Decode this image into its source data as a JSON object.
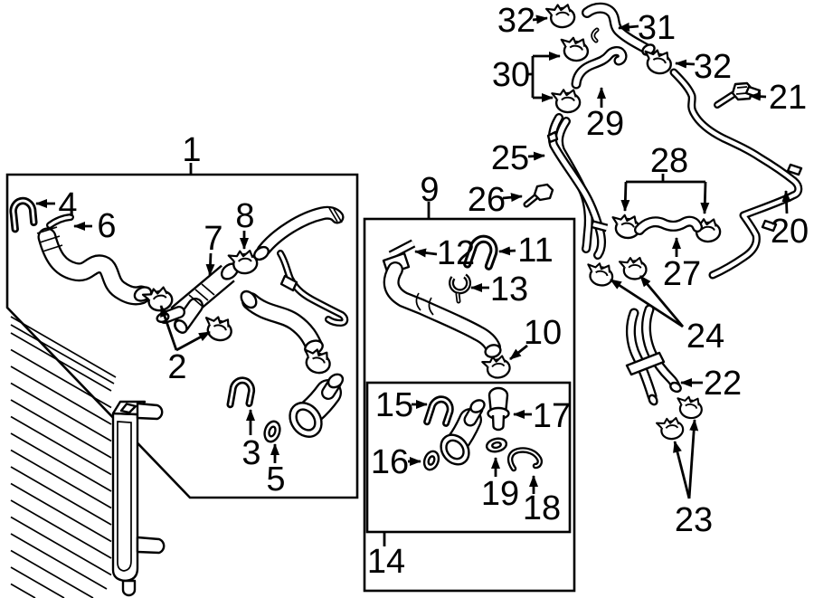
{
  "diagram": {
    "background": "#ffffff",
    "line_color": "#000000",
    "callouts": {
      "c1": {
        "label": "1"
      },
      "c2": {
        "label": "2"
      },
      "c3": {
        "label": "3"
      },
      "c4": {
        "label": "4"
      },
      "c5": {
        "label": "5"
      },
      "c6": {
        "label": "6"
      },
      "c7": {
        "label": "7"
      },
      "c8": {
        "label": "8"
      },
      "c9": {
        "label": "9"
      },
      "c10": {
        "label": "10"
      },
      "c11": {
        "label": "11"
      },
      "c12": {
        "label": "12"
      },
      "c13": {
        "label": "13"
      },
      "c14": {
        "label": "14"
      },
      "c15": {
        "label": "15"
      },
      "c16": {
        "label": "16"
      },
      "c17": {
        "label": "17"
      },
      "c18": {
        "label": "18"
      },
      "c19": {
        "label": "19"
      },
      "c20": {
        "label": "20"
      },
      "c21": {
        "label": "21"
      },
      "c22": {
        "label": "22"
      },
      "c23": {
        "label": "23"
      },
      "c24": {
        "label": "24"
      },
      "c25": {
        "label": "25"
      },
      "c26": {
        "label": "26"
      },
      "c27": {
        "label": "27"
      },
      "c28": {
        "label": "28"
      },
      "c29": {
        "label": "29"
      },
      "c30": {
        "label": "30"
      },
      "c31": {
        "label": "31"
      },
      "c32a": {
        "label": "32"
      },
      "c32b": {
        "label": "32"
      }
    }
  }
}
